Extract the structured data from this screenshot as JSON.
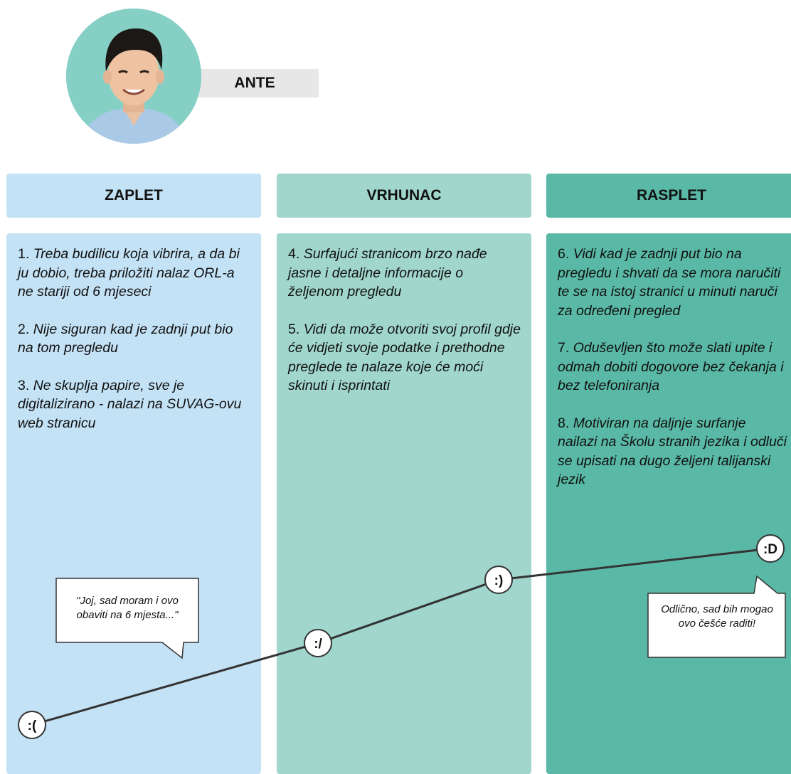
{
  "persona": {
    "name": "ANTE"
  },
  "columns": [
    {
      "title": "ZAPLET",
      "items": [
        {
          "num": "1.",
          "text": "Treba budilicu koja vibrira, a da bi ju dobio, treba priložiti nalaz ORL-a ne stariji od 6 mjeseci"
        },
        {
          "num": "2.",
          "text": "Nije siguran kad je zadnji put bio na tom pregledu"
        },
        {
          "num": "3.",
          "text": "Ne skuplja papire, sve je digitalizirano - nalazi na SUVAG-ovu web stranicu"
        }
      ]
    },
    {
      "title": "VRHUNAC",
      "items": [
        {
          "num": "4.",
          "text": "Surfajući stranicom brzo nađe jasne i detaljne informacije o željenom pregledu"
        },
        {
          "num": "5.",
          "text": "Vidi da može otvoriti svoj profil gdje će vidjeti svoje podatke i prethodne preglede te nalaze koje će moći skinuti i isprintati"
        }
      ]
    },
    {
      "title": "RASPLET",
      "items": [
        {
          "num": "6.",
          "text": "Vidi kad je zadnji put bio na pregledu i shvati da se mora naručiti te se na istoj stranici u minuti naruči za određeni pregled"
        },
        {
          "num": "7.",
          "text": "Oduševljen što može slati upite i odmah dobiti dogovore bez čekanja i bez telefoniranja"
        },
        {
          "num": "8.",
          "text": "Motiviran na daljnje surfanje nailazi na Školu stranih jezika i odluči se upisati na dugo željeni talijanski jezik"
        }
      ]
    }
  ],
  "emotions": [
    ":(",
    ":/",
    ":)",
    ":D"
  ],
  "quotes": {
    "start": "\"Joj, sad moram i ovo obaviti na 6 mjesta...\"",
    "end": "Odlično, sad bih mogao ovo češće raditi!"
  },
  "colors": {
    "zaplet": "#c4e2f5",
    "vrhunac": "#a0d6cb",
    "rasplet": "#5ab9a6",
    "name_tag": "#e7e7e7"
  }
}
